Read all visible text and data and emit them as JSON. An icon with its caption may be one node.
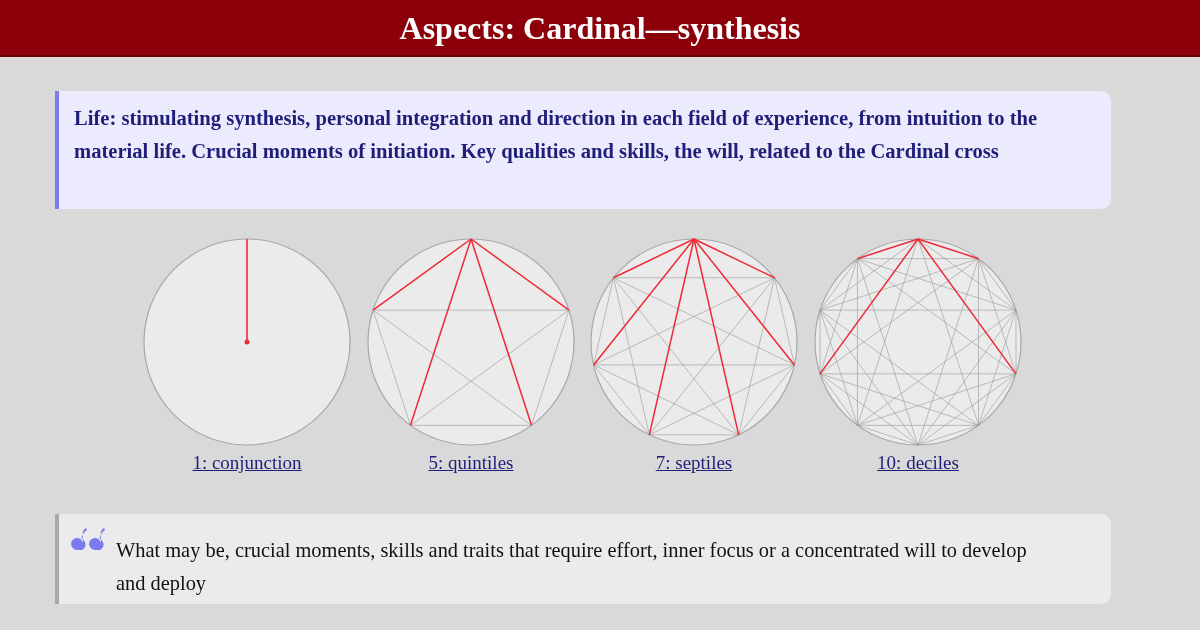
{
  "diagram": {
    "title": "Aspects: Cardinal—synthesis",
    "nodes": [
      {
        "text": [
          "Life: stimulating synthesis, personal integration and direction in each field of experience, from intuition to the material life. Crucial moments of initiation. Key qualities and skills, the will, related to the Cardinal cross"
        ]
      },
      {
        "text": [],
        "shape": "circle",
        "beside": [
          "1: conjunction"
        ]
      },
      {
        "text": [],
        "shape": "circle",
        "beside": [
          "5: quintiles"
        ]
      },
      {
        "text": [],
        "shape": "circle",
        "beside": [
          "7: septiles"
        ]
      },
      {
        "text": [],
        "shape": "circle",
        "beside": [
          "10: deciles"
        ]
      },
      {
        "text": [
          "What may be, crucial moments, skills and traits that require effort, inner focus or a concentrated will to develop and deploy"
        ]
      }
    ],
    "edges": []
  }
}
